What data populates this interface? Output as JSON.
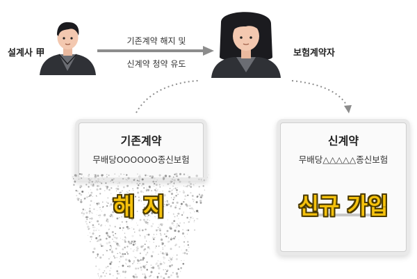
{
  "people": {
    "planner_label": "설계사 甲",
    "policyholder_label": "보험계약자"
  },
  "arrow": {
    "line1": "기존계약 해지 및",
    "line2": "신계약 청약 유도"
  },
  "old_contract": {
    "title": "기존계약",
    "product": "무배당OOOOOO종신보험",
    "stamp": "해 지"
  },
  "new_contract": {
    "title": "신계약",
    "product": "무배당△△△△△종신보험",
    "stamp": "신규 가입"
  },
  "colors": {
    "stamp_fill": "#f6c20c",
    "stamp_outline": "#4a3a00",
    "suit": "#2f3136",
    "shirt": "#6b6d73",
    "skin": "#f3c8b0",
    "hair": "#1b1b1f"
  }
}
